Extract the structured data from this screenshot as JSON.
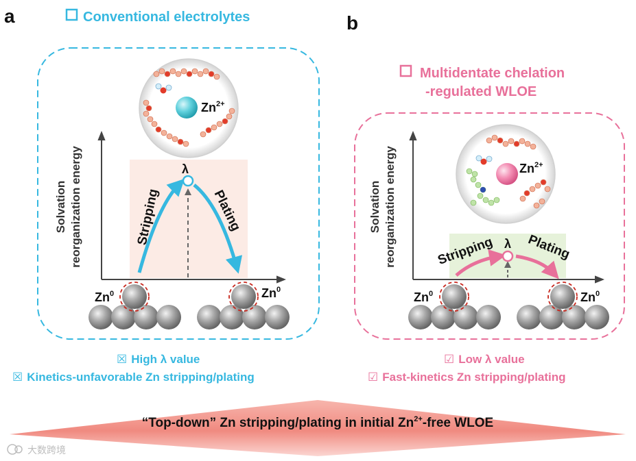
{
  "panel_a": {
    "letter": "a",
    "heading": "Conventional electrolytes",
    "y_axis_line1": "Solvation",
    "y_axis_line2": "reorganization energy",
    "peak_symbol": "λ",
    "left_arrow_label": "Stripping",
    "right_arrow_label": "Plating",
    "zn0_left_base": "Zn",
    "zn0_left_sup": "0",
    "zn0_right_base": "Zn",
    "zn0_right_sup": "0",
    "ion_base": "Zn",
    "ion_sup": "2+",
    "bullets": [
      {
        "mark": "☒",
        "text": "High λ value"
      },
      {
        "mark": "☒",
        "text": "Kinetics-unfavorable Zn stripping/plating"
      }
    ],
    "accent": "#36b8e0"
  },
  "panel_b": {
    "letter": "b",
    "heading_line1": "Multidentate chelation",
    "heading_line2": "-regulated WLOE",
    "y_axis_line1": "Solvation",
    "y_axis_line2": "reorganization energy",
    "peak_symbol": "λ",
    "left_arrow_label": "Stripping",
    "right_arrow_label": "Plating",
    "zn0_left_base": "Zn",
    "zn0_left_sup": "0",
    "zn0_right_base": "Zn",
    "zn0_right_sup": "0",
    "ion_base": "Zn",
    "ion_sup": "2+",
    "bullets": [
      {
        "mark": "☑",
        "text": "Low λ value"
      },
      {
        "mark": "☑",
        "text": "Fast-kinetics Zn stripping/plating"
      }
    ],
    "accent": "#e8709a"
  },
  "banner": {
    "prefix": "“Top-down” Zn stripping/plating in initial Zn",
    "sup": "2+",
    "suffix": "-free WLOE"
  },
  "watermark": "大数跨境",
  "colors": {
    "blue": "#36b8e0",
    "pink": "#e8709a",
    "banner": "#f08a80",
    "sphere": "#9a9a9a"
  }
}
